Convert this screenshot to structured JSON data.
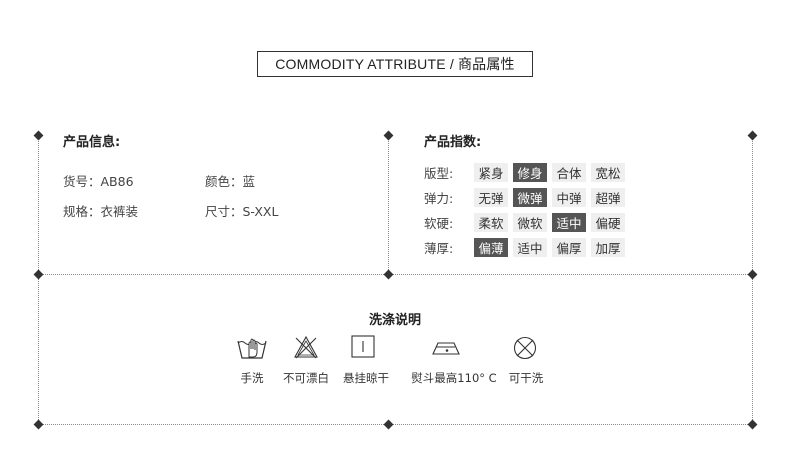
{
  "header": {
    "title_en": "COMMODITY ATTRIBUTE /",
    "title_cn": "商品属性"
  },
  "product_info": {
    "title": "产品信息:",
    "item_no": "货号：AB86",
    "color": "颜色：蓝",
    "spec": "规格：衣裤装",
    "size": "尺寸：S-XXL"
  },
  "product_index": {
    "title": "产品指数:",
    "rows": [
      {
        "label": "版型:",
        "options": [
          "紧身",
          "修身",
          "合体",
          "宽松"
        ],
        "selected": 1
      },
      {
        "label": "弹力:",
        "options": [
          "无弹",
          "微弹",
          "中弹",
          "超弹"
        ],
        "selected": 1
      },
      {
        "label": "软硬:",
        "options": [
          "柔软",
          "微软",
          "适中",
          "偏硬"
        ],
        "selected": 2
      },
      {
        "label": "薄厚:",
        "options": [
          "偏薄",
          "适中",
          "偏厚",
          "加厚"
        ],
        "selected": 0
      }
    ]
  },
  "washing": {
    "title": "洗涤说明",
    "items": [
      {
        "icon": "hand-wash-icon",
        "label": "手洗"
      },
      {
        "icon": "no-bleach-icon",
        "label": "不可漂白"
      },
      {
        "icon": "hang-dry-icon",
        "label": "悬挂晾干"
      },
      {
        "icon": "iron-icon",
        "label": "熨斗最高110° C"
      },
      {
        "icon": "dry-clean-icon",
        "label": "可干洗"
      }
    ]
  }
}
